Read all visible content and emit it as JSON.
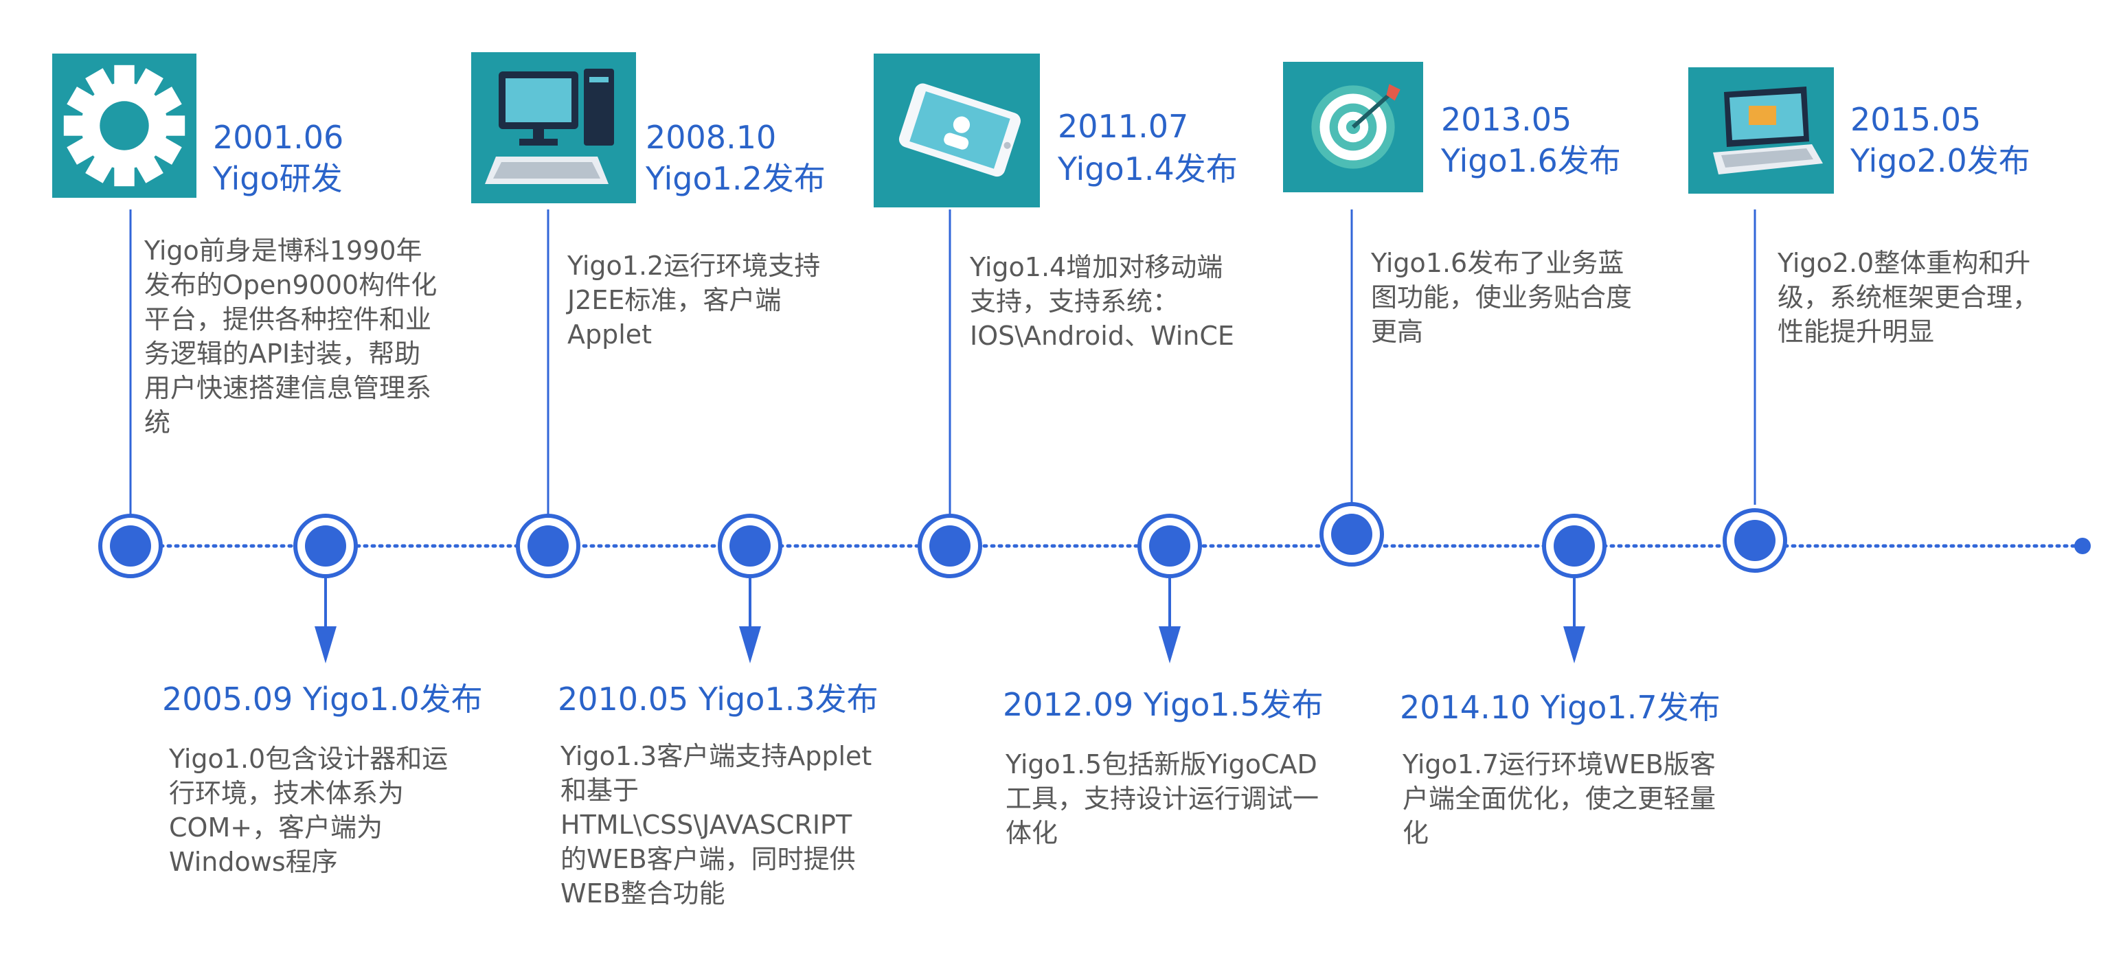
{
  "colors": {
    "accent": "#2a63c9",
    "node_fill": "#3166d8",
    "tile": "#1f9aa5",
    "text": "#595959"
  },
  "top_events": [
    {
      "date": "2001.06",
      "title": "Yigo研发",
      "icon": "gear-icon",
      "desc": [
        "Yigo前身是博科1990年",
        "发布的Open9000构件化",
        "平台，提供各种控件和业",
        "务逻辑的API封装，帮助",
        "用户快速搭建信息管理系",
        "统"
      ]
    },
    {
      "date": "2008.10",
      "title": "Yigo1.2发布",
      "icon": "desktop-computer-icon",
      "desc": [
        "Yigo1.2运行环境支持",
        "J2EE标准，客户端",
        "Applet"
      ]
    },
    {
      "date": "2011.07",
      "title": "Yigo1.4发布",
      "icon": "mobile-phone-icon",
      "desc": [
        "Yigo1.4增加对移动端",
        "支持，支持系统：",
        "IOS\\Android、WinCE"
      ]
    },
    {
      "date": "2013.05",
      "title": "Yigo1.6发布",
      "icon": "target-icon",
      "desc": [
        "Yigo1.6发布了业务蓝",
        "图功能，使业务贴合度",
        "更高"
      ]
    },
    {
      "date": "2015.05",
      "title": "Yigo2.0发布",
      "icon": "laptop-icon",
      "desc": [
        "Yigo2.0整体重构和升",
        "级，系统框架更合理，",
        "性能提升明显"
      ]
    }
  ],
  "bottom_events": [
    {
      "title": "2005.09 Yigo1.0发布",
      "desc": [
        "Yigo1.0包含设计器和运",
        "行环境，技术体系为",
        "COM+，客户端为",
        "Windows程序"
      ]
    },
    {
      "title": "2010.05 Yigo1.3发布",
      "desc": [
        "Yigo1.3客户端支持Applet",
        "和基于",
        "HTML\\CSS\\JAVASCRIPT",
        "的WEB客户端，同时提供",
        "WEB整合功能"
      ]
    },
    {
      "title": "2012.09 Yigo1.5发布",
      "desc": [
        "Yigo1.5包括新版YigoCAD",
        "工具，支持设计运行调试一",
        "体化"
      ]
    },
    {
      "title": "2014.10 Yigo1.7发布",
      "desc": [
        "Yigo1.7运行环境WEB版客",
        "户端全面优化，使之更轻量",
        "化"
      ]
    }
  ]
}
